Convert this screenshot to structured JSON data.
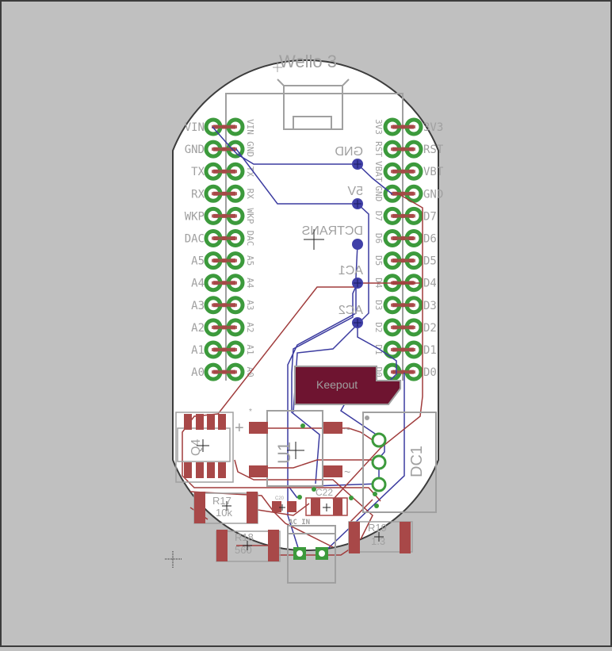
{
  "board": {
    "title": "Wello 3",
    "background_color": "#c0c0c0",
    "board_fill": "#ffffff",
    "outline_color": "#3c3c3c"
  },
  "colors": {
    "silkscreen": "#a0a0a0",
    "top_copper": "#a03c3c",
    "bottom_copper": "#3c3ca0",
    "pad_ring": "#3c9a3c",
    "keepout_fill": "#6e1430",
    "via": "#4040a8",
    "crosshair": "#222222"
  },
  "left_header": {
    "outer_labels": [
      "VIN",
      "GND",
      "TX",
      "RX",
      "WKP",
      "DAC",
      "A5",
      "A4",
      "A3",
      "A2",
      "A1",
      "A0"
    ],
    "inner_labels": [
      "VIN",
      "GND",
      "TX",
      "RX",
      "WKP",
      "DAC",
      "A5",
      "A4",
      "A3",
      "A2",
      "A1",
      "A0"
    ]
  },
  "right_header": {
    "outer_labels": [
      "3V3",
      "RST",
      "VBT",
      "GND",
      "D7",
      "D6",
      "D5",
      "D4",
      "D3",
      "D2",
      "D1",
      "D0"
    ],
    "inner_labels": [
      "3V3",
      "RST",
      "VBAT",
      "GND",
      "D7",
      "D6",
      "D5",
      "D4",
      "D3",
      "D2",
      "D1",
      "D0"
    ]
  },
  "vias": [
    {
      "label": "GND"
    },
    {
      "label": "5V"
    },
    {
      "label": "DCTRANS"
    },
    {
      "label": "AC1"
    },
    {
      "label": "AC2"
    }
  ],
  "keepout": {
    "label": "Keepout"
  },
  "components": {
    "opto": {
      "label": "Q4"
    },
    "bridge": {
      "label": "U1",
      "plus": "+",
      "minus": "−",
      "ac_marks": [
        "~",
        "~"
      ]
    },
    "dc1": {
      "label": "DC1"
    },
    "r17": {
      "name": "R17",
      "value": "10k"
    },
    "r18": {
      "name": "R18",
      "value": "560"
    },
    "r19": {
      "name": "R19",
      "value": "1.3"
    },
    "c22": {
      "name": "C22"
    },
    "c20": {
      "name": "C20"
    },
    "ac_in": {
      "label": "AC_IN"
    }
  }
}
